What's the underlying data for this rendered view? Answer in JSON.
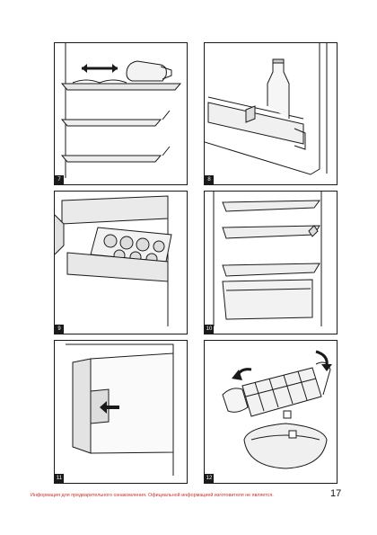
{
  "figures": [
    {
      "number": "7",
      "illustration": "wine-bottle-on-sliding-shelf"
    },
    {
      "number": "8",
      "illustration": "milk-bottle-in-door-rack"
    },
    {
      "number": "9",
      "illustration": "egg-tray-in-door-compartment"
    },
    {
      "number": "10",
      "illustration": "fridge-shelves-and-crisper"
    },
    {
      "number": "11",
      "illustration": "freezer-door-latch"
    },
    {
      "number": "12",
      "illustration": "ice-cube-tray-over-bowl"
    }
  ],
  "footer": {
    "disclaimer": "Информация для предварительного ознакомления. Официальной информацией изготовителя не является.",
    "page_number": "17"
  },
  "colors": {
    "line": "#1a1a1a",
    "shade": "#d9d9d9",
    "disclaimer_red": "#d03030"
  }
}
